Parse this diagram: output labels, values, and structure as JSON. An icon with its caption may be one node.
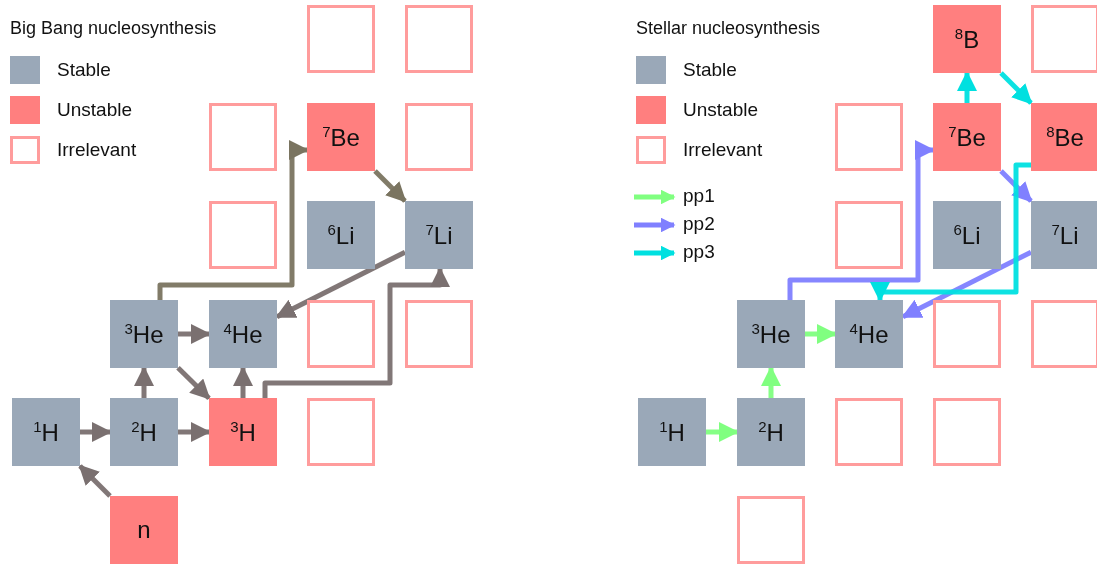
{
  "diagram": {
    "nodes": [
      {
        "text": [],
        "shape": "box"
      },
      {
        "text": [],
        "shape": "box"
      },
      {
        "text": [],
        "shape": "box"
      },
      {
        "text": [
          "$^{7}$Be"
        ]
      },
      {
        "text": [],
        "shape": "box"
      },
      {
        "text": [],
        "shape": "box"
      },
      {
        "text": [
          "$^{6}$Li"
        ]
      },
      {
        "text": [
          "$^{7}$Li"
        ]
      },
      {
        "text": [
          "$^{3}$He"
        ]
      },
      {
        "text": [
          "$^{4}$He"
        ]
      },
      {
        "text": [],
        "shape": "box"
      },
      {
        "text": [],
        "shape": "box"
      },
      {
        "text": [
          "$^{1}$H"
        ]
      },
      {
        "text": [
          "$^{2}$H"
        ]
      },
      {
        "text": [
          "$^{3}$H"
        ]
      },
      {
        "text": [],
        "shape": "box"
      },
      {
        "text": [
          "n"
        ]
      },
      {
        "text": [
          "$^{8}$B"
        ]
      },
      {
        "text": [],
        "shape": "box"
      },
      {
        "text": [],
        "shape": "box"
      },
      {
        "text": [
          "$^{7}$Be"
        ]
      },
      {
        "text": [
          "$^{8}$Be"
        ]
      },
      {
        "text": [],
        "shape": "box"
      },
      {
        "text": [
          "$^{6}$Li"
        ]
      },
      {
        "text": [
          "$^{7}$Li"
        ]
      },
      {
        "text": [
          "$^{3}$He"
        ]
      },
      {
        "text": [
          "$^{4}$He"
        ]
      },
      {
        "text": [],
        "shape": "box"
      },
      {
        "text": [],
        "shape": "box"
      },
      {
        "text": [
          "$^{1}$H"
        ]
      },
      {
        "text": [
          "$^{2}$H"
        ]
      },
      {
        "text": [],
        "shape": "box"
      },
      {
        "text": [],
        "shape": "box"
      },
      {
        "text": [],
        "shape": "box"
      }
    ],
    "edges": [
      {
        "from": 16,
        "to": 12,
        "arrow": "to"
      },
      {
        "from": 12,
        "to": 13,
        "arrow": "to"
      },
      {
        "from": 13,
        "to": 14,
        "arrow": "to"
      },
      {
        "from": 13,
        "to": 8,
        "arrow": "to"
      },
      {
        "from": 8,
        "to": 9,
        "arrow": "to"
      },
      {
        "from": 8,
        "to": 14,
        "arrow": "to"
      },
      {
        "from": 14,
        "to": 9,
        "arrow": "to"
      },
      {
        "from": 8,
        "to": 3,
        "arrow": "to",
        "color": "#7a7460"
      },
      {
        "from": 3,
        "to": 7,
        "arrow": "to",
        "color": "#7a7460"
      },
      {
        "from": 7,
        "to": 9,
        "arrow": "to"
      },
      {
        "from": 14,
        "to": 7,
        "arrow": "to"
      },
      {
        "from": 29,
        "to": 30,
        "arrow": "to",
        "color": "#80ff80"
      },
      {
        "from": 30,
        "to": 25,
        "arrow": "to",
        "color": "#80ff80"
      },
      {
        "from": 25,
        "to": 26,
        "arrow": "to",
        "color": "#80ff80"
      },
      {
        "from": 25,
        "to": 20,
        "arrow": "to",
        "color": "#8080ff"
      },
      {
        "from": 20,
        "to": 24,
        "arrow": "to",
        "color": "#8080ff"
      },
      {
        "from": 24,
        "to": 26,
        "arrow": "to",
        "color": "#8080ff"
      },
      {
        "from": 20,
        "to": 17,
        "arrow": "to",
        "color": "#00e0e0"
      },
      {
        "from": 17,
        "to": 21,
        "arrow": "to",
        "color": "#00e0e0"
      },
      {
        "from": 21,
        "to": 26,
        "arrow": "to",
        "color": "#00e0e0"
      }
    ],
    "labels": [
      "Big Bang nucleosynthesis",
      "Stellar nucleosynthesis"
    ],
    "legend": [
      {
        "text": "Stable",
        "color": "#9aa8b8"
      },
      {
        "text": "Unstable",
        "color": "#ff7f7f"
      },
      {
        "text": "Irrelevant"
      },
      {
        "text": "Stable",
        "color": "#9aa8b8"
      },
      {
        "text": "Unstable",
        "color": "#ff7f7f"
      },
      {
        "text": "Irrelevant"
      },
      {
        "text": "pp1"
      },
      {
        "text": "pp2"
      },
      {
        "text": "pp3"
      }
    ]
  }
}
